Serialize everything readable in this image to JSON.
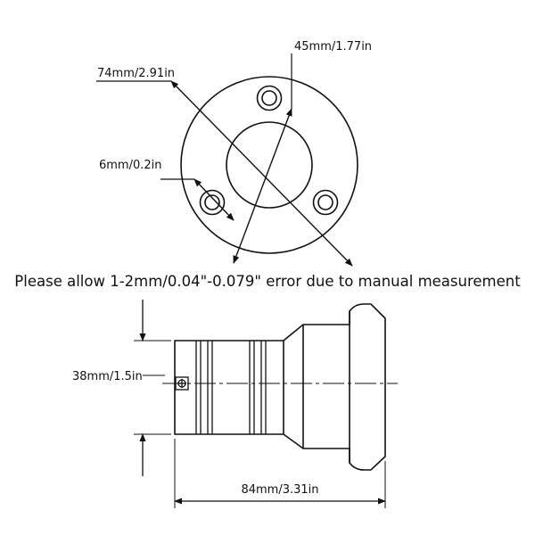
{
  "top_view": {
    "outer_diameter_label": "74mm/2.91in",
    "inner_diameter_label": "45mm/1.77in",
    "hole_diameter_label": "6mm/0.2in"
  },
  "note": "Please allow 1-2mm/0.04\"-0.079\" error due to manual measurement",
  "side_view": {
    "height_label": "38mm/1.5in",
    "length_label": "84mm/3.31in"
  }
}
